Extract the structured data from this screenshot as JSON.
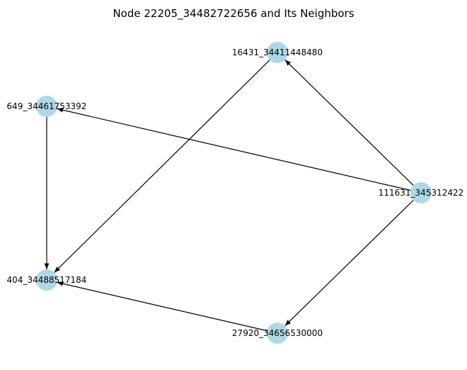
{
  "title": "Node 22205_34482722656 and Its Neighbors",
  "colors": {
    "node_fill": "#add8e6",
    "edge": "#000000",
    "background": "#ffffff"
  },
  "nodes": [
    {
      "id": "n_16431",
      "label": "16431_34411448480"
    },
    {
      "id": "n_649",
      "label": "649_34461753392"
    },
    {
      "id": "n_111631",
      "label": "111631_345312422"
    },
    {
      "id": "n_404",
      "label": "404_34488517184"
    },
    {
      "id": "n_27920",
      "label": "27920_34656530000"
    }
  ],
  "edges": [
    {
      "from": "n_16431",
      "to": "n_404"
    },
    {
      "from": "n_649",
      "to": "n_404"
    },
    {
      "from": "n_111631",
      "to": "n_16431"
    },
    {
      "from": "n_111631",
      "to": "n_649"
    },
    {
      "from": "n_111631",
      "to": "n_27920"
    },
    {
      "from": "n_27920",
      "to": "n_404"
    }
  ]
}
